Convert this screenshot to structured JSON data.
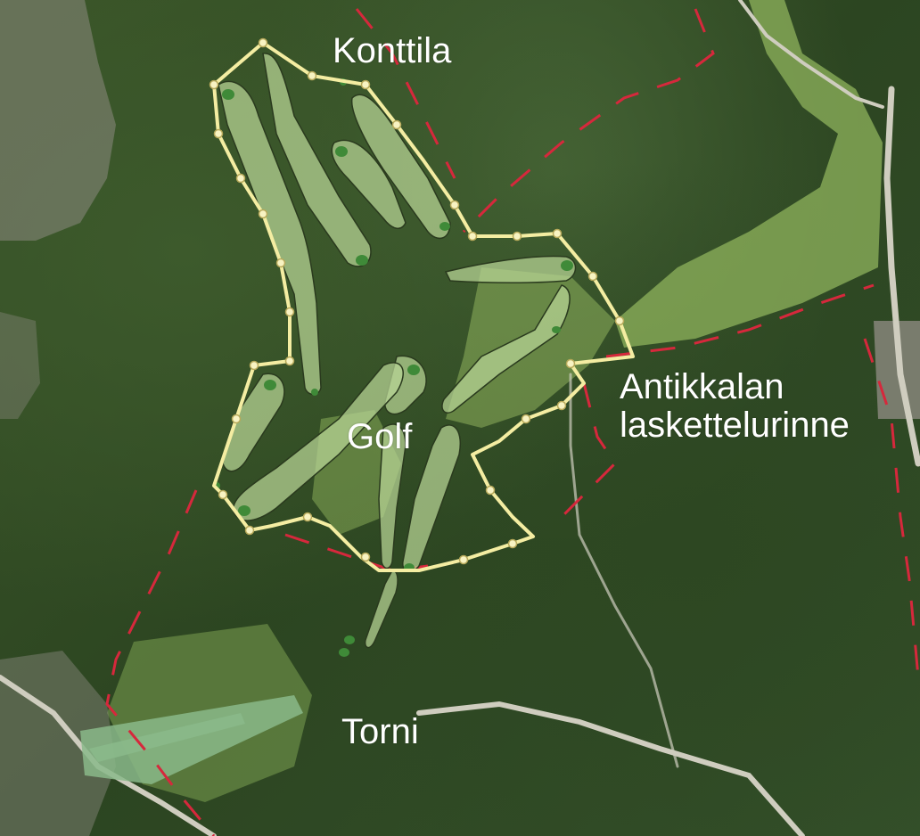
{
  "map": {
    "labels": {
      "konttila": "Konttila",
      "golf": "Golf",
      "antikkala": "Antikkalan\nlaskettelurinne",
      "torni": "Torni"
    },
    "colors": {
      "boundary": "#f4eda2",
      "boundary_marker_fill": "#f8f3c2",
      "fairway_fill": "#b9d596",
      "green_fill": "#3f8a38",
      "red_line": "#d6283c",
      "urban": "#8c8a80",
      "meadow": "#8fb35c",
      "road": "#cfcdbf",
      "ski_jump": "#8ab98a"
    }
  }
}
